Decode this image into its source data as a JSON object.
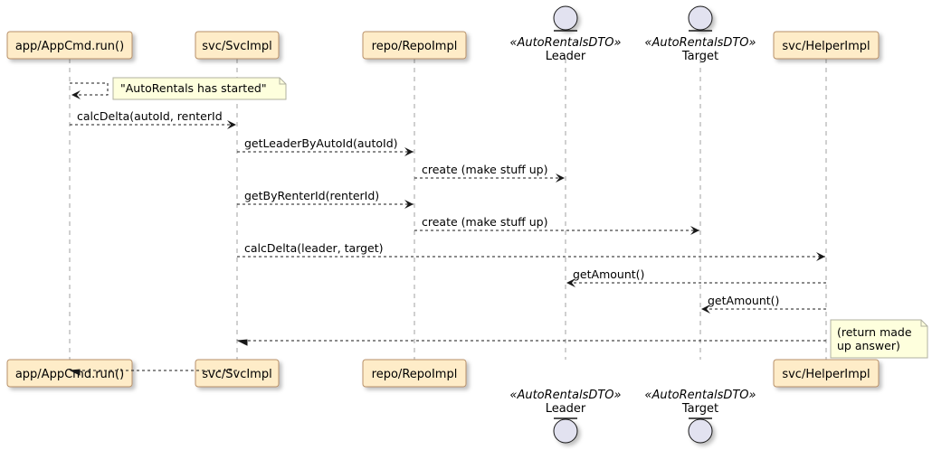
{
  "colors": {
    "participant_fill": "#FEECC8",
    "participant_stroke": "#B8916A",
    "entity_fill": "#E2E2F0",
    "entity_stroke": "#181818",
    "note_fill": "#FEFFDD",
    "note_stroke": "#B0B0A0",
    "lifeline": "#A0A0A0",
    "arrow": "#181818"
  },
  "participants": [
    {
      "id": "app",
      "kind": "box",
      "label": "app/AppCmd.run()"
    },
    {
      "id": "svc",
      "kind": "box",
      "label": "svc/SvcImpl"
    },
    {
      "id": "repo",
      "kind": "box",
      "label": "repo/RepoImpl"
    },
    {
      "id": "leader",
      "kind": "entity",
      "stereotype": "«AutoRentalsDTO»",
      "label": "Leader"
    },
    {
      "id": "target",
      "kind": "entity",
      "stereotype": "«AutoRentalsDTO»",
      "label": "Target"
    },
    {
      "id": "helper",
      "kind": "box",
      "label": "svc/HelperImpl"
    }
  ],
  "messages": [
    {
      "from": "app",
      "to": "app",
      "label": "",
      "style": "self"
    },
    {
      "from": "app",
      "to": "svc",
      "label": "calcDelta(autoId, renterId",
      "style": "dashed"
    },
    {
      "from": "svc",
      "to": "repo",
      "label": "getLeaderByAutoId(autoId)",
      "style": "dashed"
    },
    {
      "from": "repo",
      "to": "leader",
      "label": "create (make stuff up)",
      "style": "dashed"
    },
    {
      "from": "svc",
      "to": "repo",
      "label": "getByRenterId(renterId)",
      "style": "dashed"
    },
    {
      "from": "repo",
      "to": "target",
      "label": "create (make stuff up)",
      "style": "dashed"
    },
    {
      "from": "svc",
      "to": "helper",
      "label": "calcDelta(leader, target)",
      "style": "dashed"
    },
    {
      "from": "helper",
      "to": "leader",
      "label": "getAmount()",
      "style": "dashed"
    },
    {
      "from": "helper",
      "to": "target",
      "label": "getAmount()",
      "style": "dashed"
    },
    {
      "from": "helper",
      "to": "svc",
      "label": "",
      "style": "return"
    },
    {
      "from": "svc",
      "to": "app",
      "label": "",
      "style": "return"
    }
  ],
  "notes": [
    {
      "id": "note-started",
      "lines": [
        "\"AutoRentals has started\""
      ]
    },
    {
      "id": "note-return",
      "lines": [
        "(return made",
        "up answer)"
      ]
    }
  ]
}
